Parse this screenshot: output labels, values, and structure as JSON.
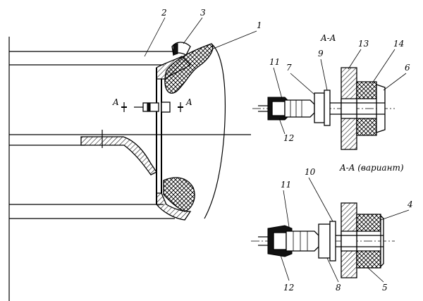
{
  "labels": {
    "l1": "1",
    "l2": "2",
    "l3": "3",
    "l4": "4",
    "l5": "5",
    "l6": "6",
    "l7": "7",
    "l8": "8",
    "l9": "9",
    "l10": "10",
    "l11a": "11",
    "l11b": "11",
    "l12a": "12",
    "l12b": "12",
    "l13": "13",
    "l14": "14"
  },
  "sections": {
    "cut_left": "A",
    "cut_right": "A",
    "title_main": "A-A",
    "title_variant": "A-A (вариант)"
  }
}
